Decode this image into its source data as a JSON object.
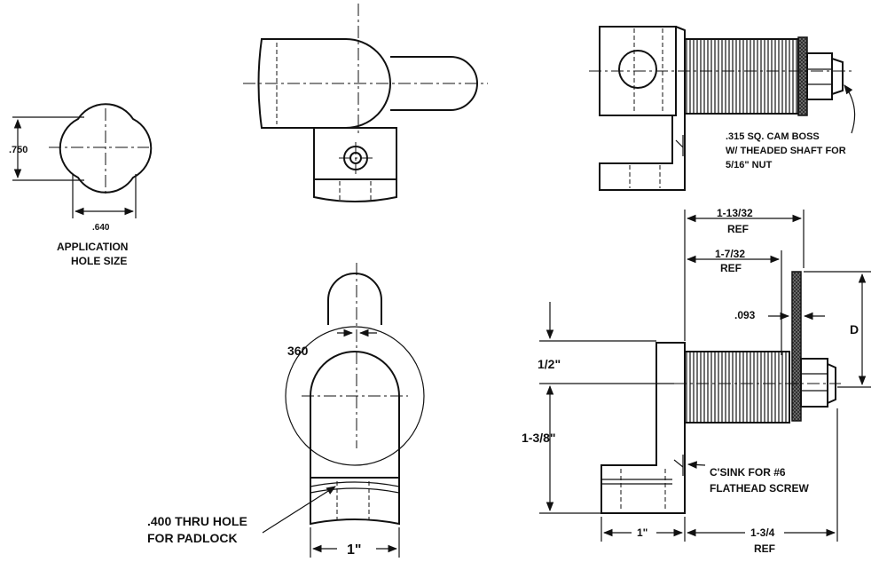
{
  "labels": {
    "hole_dia": ".750",
    "hole_width": ".640",
    "app_hole_1": "APPLICATION",
    "app_hole_2": "HOLE SIZE",
    "rotation": "360",
    "padlock_1": ".400 THRU HOLE",
    "padlock_2": "FOR PADLOCK",
    "front_width": "1\"",
    "cam_boss_1": ".315 SQ. CAM BOSS",
    "cam_boss_2": "W/ THEADED SHAFT FOR",
    "cam_boss_3": "5/16\" NUT",
    "dim_1_13_32": "1-13/32",
    "dim_1_13_32_ref": "REF",
    "dim_1_7_32": "1-7/32",
    "dim_1_7_32_ref": "REF",
    "dim_093": ".093",
    "dim_d": "D",
    "dim_half": "1/2\"",
    "dim_1_3_8": "1-3/8\"",
    "csink_1": "C'SINK FOR #6",
    "csink_2": "FLATHEAD SCREW",
    "dim_1in_side": "1\"",
    "dim_1_3_4": "1-3/4",
    "dim_1_3_4_ref": "REF"
  }
}
